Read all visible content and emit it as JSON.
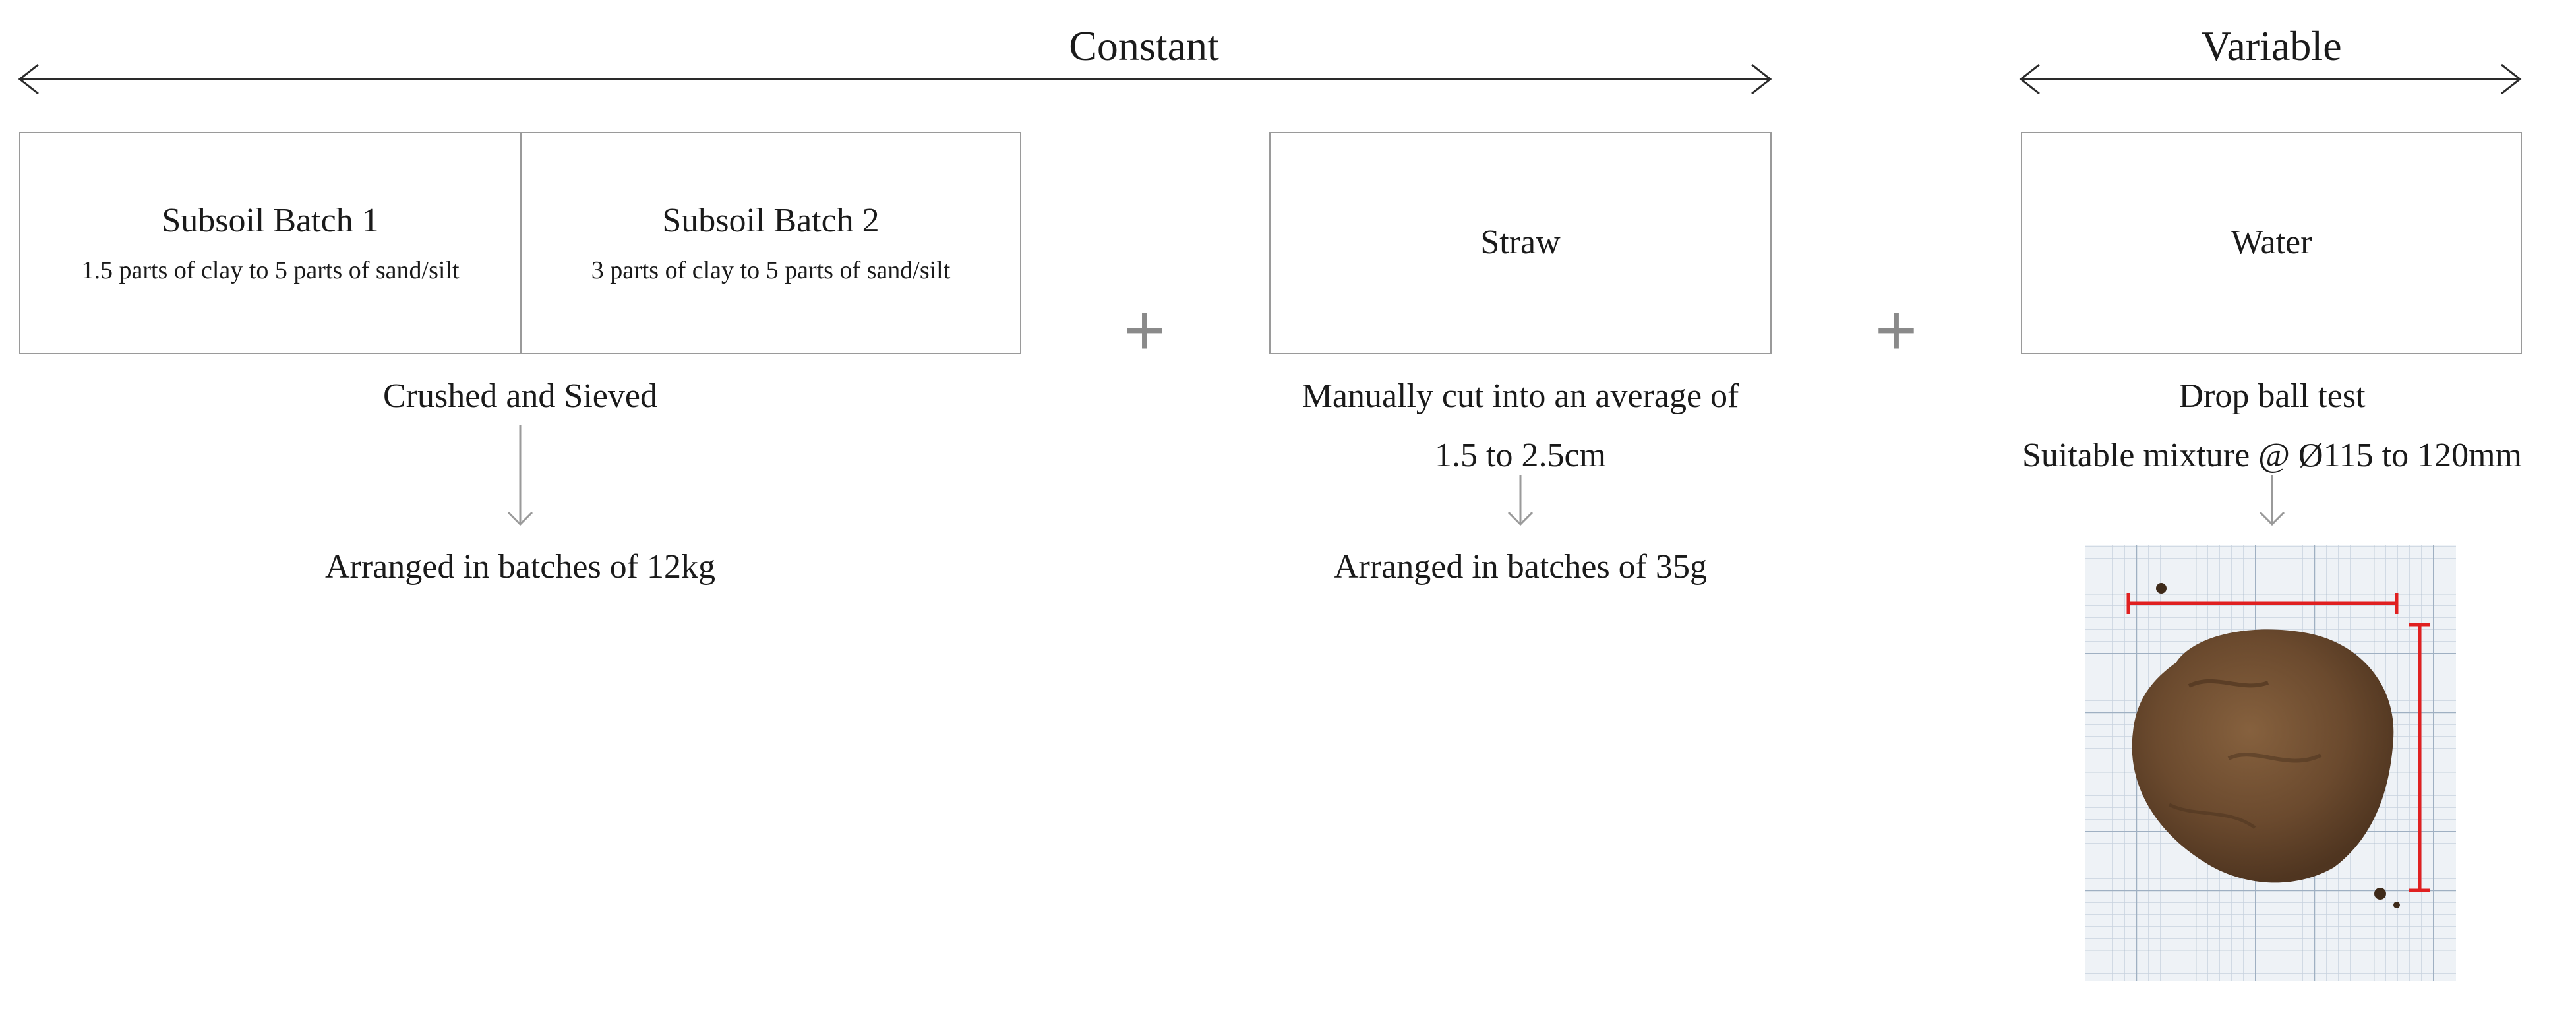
{
  "headings": {
    "constant": "Constant",
    "variable": "Variable"
  },
  "boxes": {
    "subsoil_1": {
      "title": "Subsoil Batch 1",
      "subtitle": "1.5 parts of clay to 5 parts of sand/silt"
    },
    "subsoil_2": {
      "title": "Subsoil Batch 2",
      "subtitle": "3 parts of clay to 5 parts of sand/silt"
    },
    "straw": {
      "title": "Straw"
    },
    "water": {
      "title": "Water"
    }
  },
  "operators": {
    "plus_1": "+",
    "plus_2": "+"
  },
  "notes": {
    "subsoil_process": "Crushed and Sieved",
    "subsoil_result": "Arranged in batches of 12kg",
    "straw_process_line1": "Manually cut into an average of",
    "straw_process_line2": "1.5 to 2.5cm",
    "straw_result": "Arranged in batches of 35g",
    "water_process": "Drop ball test",
    "water_criterion": "Suitable mixture @ Ø115 to 120mm"
  },
  "colors": {
    "box_border": "#9a9a9a",
    "arrow": "#9a9a9a",
    "measure_line": "#e02020",
    "photo_soil": "#6b4a2e",
    "photo_grid": "#b9c7d6"
  }
}
